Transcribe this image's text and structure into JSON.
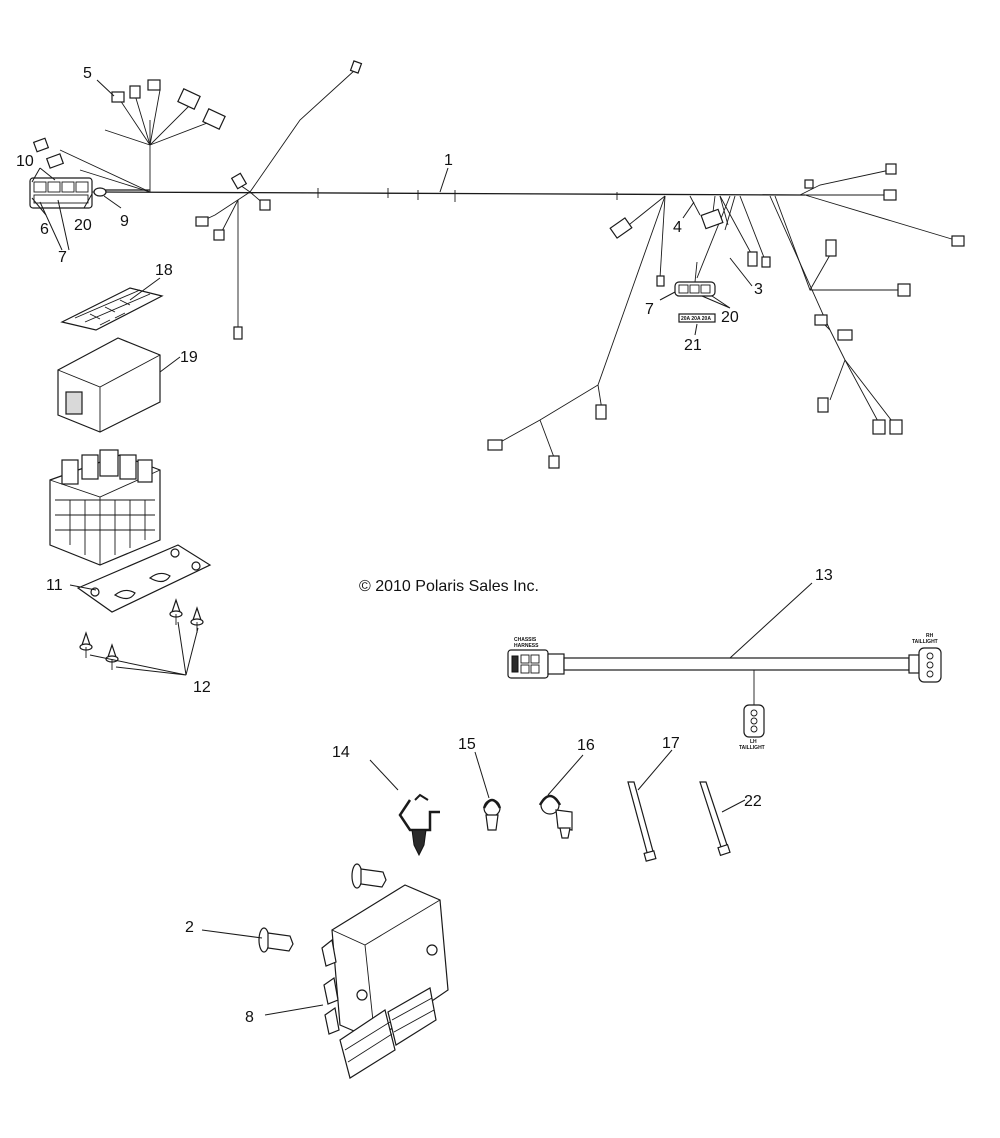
{
  "copyright": "© 2010 Polaris Sales Inc.",
  "callouts": {
    "c1": "1",
    "c2": "2",
    "c3": "3",
    "c4": "4",
    "c5": "5",
    "c6": "6",
    "c7a": "7",
    "c7b": "7",
    "c8": "8",
    "c9": "9",
    "c10": "10",
    "c11": "11",
    "c12": "12",
    "c13": "13",
    "c14": "14",
    "c15": "15",
    "c16": "16",
    "c17": "17",
    "c18": "18",
    "c19": "19",
    "c20a": "20",
    "c20b": "20",
    "c21": "21",
    "c22": "22"
  },
  "harness_labels": {
    "chassis_line1": "CHASSIS",
    "chassis_line2": "HARNESS",
    "rh_line1": "RH",
    "rh_line2": "TAILLIGHT",
    "lh_line1": "LH",
    "lh_line2": "TAILLIGHT"
  },
  "fuse_label": "20A 20A 20A"
}
